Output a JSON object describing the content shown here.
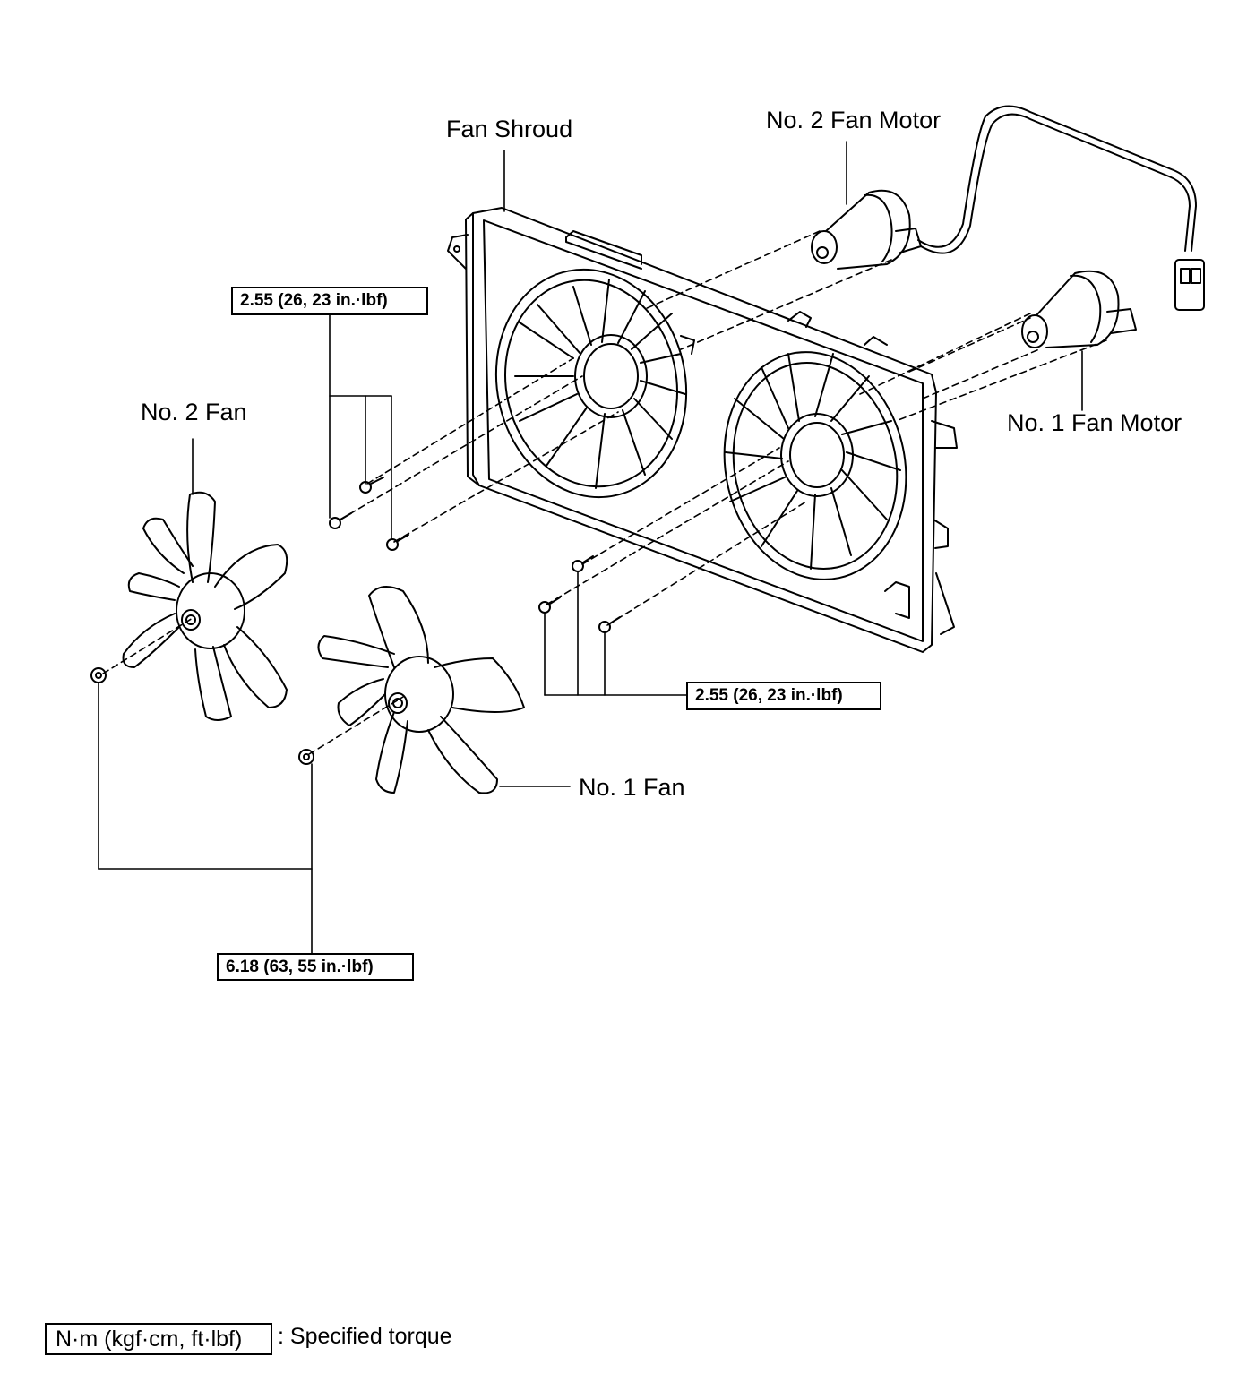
{
  "labels": {
    "fan_shroud": "Fan Shroud",
    "no2_fan_motor": "No. 2 Fan Motor",
    "no1_fan_motor": "No. 1 Fan Motor",
    "no2_fan": "No. 2 Fan",
    "no1_fan": "No. 1 Fan"
  },
  "torque": {
    "shroud_bolts_upper": "2.55 (26, 23 in.·lbf)",
    "shroud_bolts_lower": "2.55 (26, 23 in.·lbf)",
    "fan_nuts": "6.18 (63, 55 in.·lbf)"
  },
  "legend": {
    "unit_box": "N·m (kgf·cm, ft·lbf)",
    "description": ": Specified torque"
  }
}
